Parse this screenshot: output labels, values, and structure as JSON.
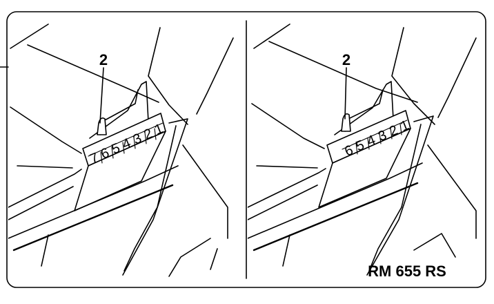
{
  "model_label": "RM 655 RS",
  "panels": [
    {
      "callout": "2",
      "scale": [
        "7",
        "6",
        "5",
        "4",
        "3",
        "2",
        "1"
      ]
    },
    {
      "callout": "2",
      "scale": [
        "6",
        "5",
        "4",
        "3",
        "2",
        "1"
      ]
    }
  ]
}
